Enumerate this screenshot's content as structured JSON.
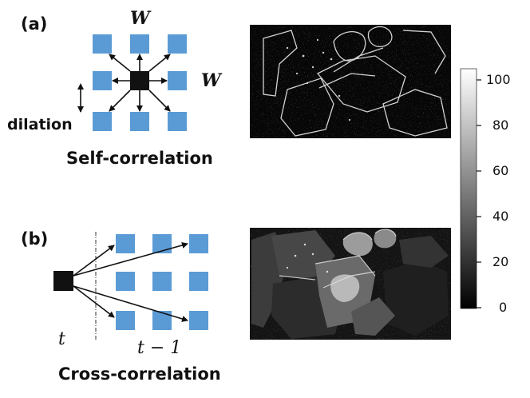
{
  "panel_a": {
    "label": "(a)",
    "w_top": "W",
    "w_right": "W",
    "dilation": "dilation",
    "caption": "Self-correlation"
  },
  "panel_b": {
    "label": "(b)",
    "t": "t",
    "t_minus_1": "t − 1",
    "caption": "Cross-correlation"
  },
  "colorbar": {
    "ticks": [
      "100",
      "80",
      "60",
      "40",
      "20",
      "0"
    ]
  },
  "colors": {
    "cell": "#5b9bd5",
    "center": "#111111",
    "arrow": "#111111"
  }
}
